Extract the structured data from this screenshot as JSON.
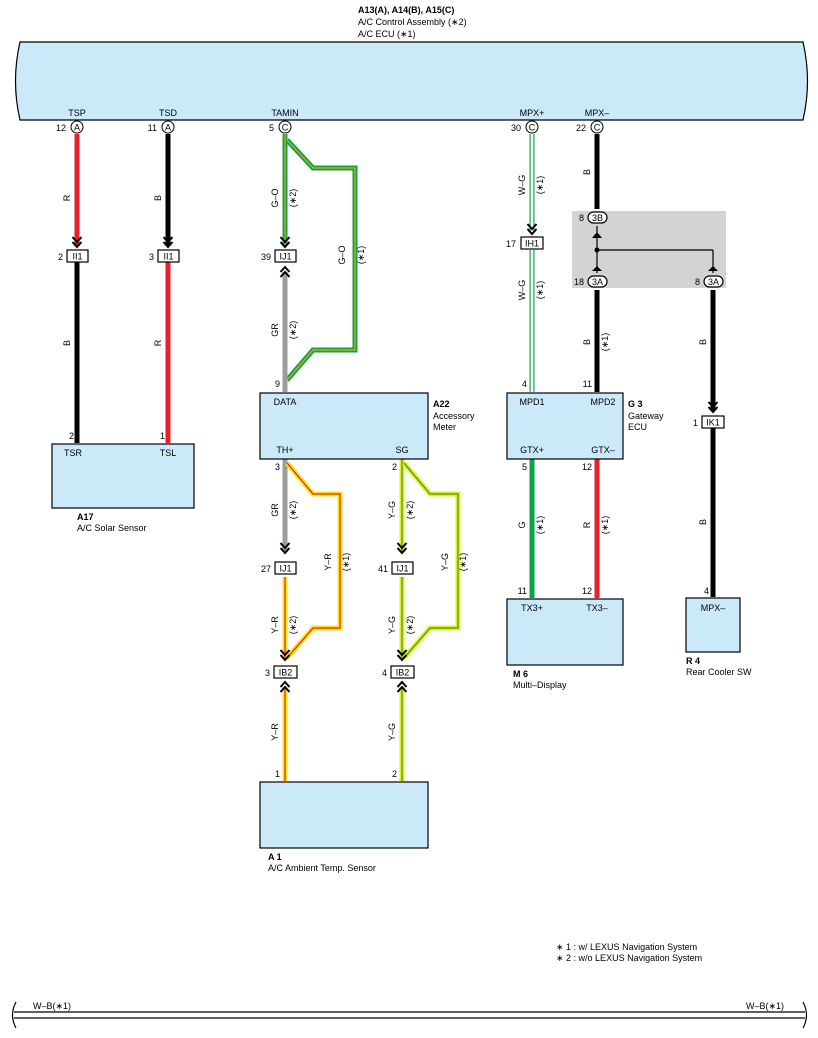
{
  "header": {
    "ids": "A13(A), A14(B), A15(C)",
    "line1": "A/C Control Assembly (∗2)",
    "line2": "A/C ECU (∗1)"
  },
  "ecu_pins": {
    "tsp": {
      "name": "TSP",
      "num": "12",
      "conn": "A"
    },
    "tsd": {
      "name": "TSD",
      "num": "11",
      "conn": "A"
    },
    "tamin": {
      "name": "TAMIN",
      "num": "5",
      "conn": "C"
    },
    "mpxp": {
      "name": "MPX+",
      "num": "30",
      "conn": "C"
    },
    "mpxm": {
      "name": "MPX–",
      "num": "22",
      "conn": "C"
    }
  },
  "junctions": {
    "ii1_a": {
      "label": "II1",
      "pin": "2"
    },
    "ii1_b": {
      "label": "II1",
      "pin": "3"
    },
    "ij1_top": {
      "label": "IJ1",
      "pin": "39"
    },
    "ih1": {
      "label": "IH1",
      "pin": "17"
    },
    "ik1": {
      "label": "IK1",
      "pin": "1"
    },
    "ij1_a": {
      "label": "IJ1",
      "pin": "27"
    },
    "ij1_b": {
      "label": "IJ1",
      "pin": "41"
    },
    "ib2_a": {
      "label": "IB2",
      "pin": "3"
    },
    "ib2_b": {
      "label": "IB2",
      "pin": "4"
    }
  },
  "grey_box": {
    "top": {
      "label": "3B",
      "pin": "8"
    },
    "bl": {
      "label": "3A",
      "pin": "18"
    },
    "br": {
      "label": "3A",
      "pin": "8"
    }
  },
  "wires": {
    "r1": "R",
    "b1": "B",
    "b2": "B",
    "r2": "R",
    "go_a": "G–O",
    "go_a_note": "(∗2)",
    "go_b": "G–O",
    "go_b_note": "(∗1)",
    "gr1": "GR",
    "gr1_note": "(∗2)",
    "wg1": "W–G",
    "wg1_note": "(∗1)",
    "wg2": "W–G",
    "wg2_note": "(∗1)",
    "b3": "B",
    "b4": "B",
    "b4_note": "(∗1)",
    "b5": "B",
    "b6": "B",
    "gr2": "GR",
    "gr2_note": "(∗2)",
    "yr1": "Y–R",
    "yr1_note": "(∗1)",
    "yg1": "Y–G",
    "yg1_note": "(∗2)",
    "yg2": "Y–G",
    "yg2_note": "(∗1)",
    "g1": "G",
    "g1_note": "(∗1)",
    "r3": "R",
    "r3_note": "(∗1)",
    "yr2": "Y–R",
    "yr2_note": "(∗2)",
    "yg3": "Y–G",
    "yg3_note": "(∗2)",
    "yr3": "Y–R",
    "yg4": "Y–G"
  },
  "components": {
    "a17": {
      "id": "A17",
      "name": "A/C Solar Sensor",
      "pin_left": "TSR",
      "pin_right": "TSL",
      "num_left": "2",
      "num_right": "1"
    },
    "a22": {
      "id": "A22",
      "name1": "Accessory",
      "name2": "Meter",
      "pin_top": "DATA",
      "pin_bl": "TH+",
      "pin_br": "SG",
      "num_top": "9",
      "num_bl": "3",
      "num_br": "2"
    },
    "g3": {
      "id": "G 3",
      "name1": "Gateway",
      "name2": "ECU",
      "pin_tl": "MPD1",
      "pin_tr": "MPD2",
      "pin_bl": "GTX+",
      "pin_br": "GTX–",
      "num_tl": "4",
      "num_tr": "11",
      "num_bl": "5",
      "num_br": "12"
    },
    "m6": {
      "id": "M 6",
      "name": "Multi–Display",
      "pin_l": "TX3+",
      "pin_r": "TX3–",
      "num_l": "11",
      "num_r": "12"
    },
    "r4": {
      "id": "R 4",
      "name": "Rear Cooler SW",
      "pin": "MPX–",
      "num": "4"
    },
    "a1": {
      "id": "A 1",
      "name": "A/C Ambient Temp.  Sensor",
      "num_l": "1",
      "num_r": "2"
    }
  },
  "notes": {
    "n1": "∗ 1 : w/ LEXUS Navigation System",
    "n2": "∗ 2 : w/o LEXUS Navigation System"
  },
  "footer": {
    "left": "W–B(∗1)",
    "right": "W–B(∗1)"
  },
  "colors": {
    "red": "#e8202a",
    "green": "#0aa44b",
    "yellow": "#f5e61a",
    "orange": "#f2a21b",
    "grey": "#9c9c9c",
    "component_fill": "#cce9f9",
    "grey_box": "#d3d3d3"
  }
}
